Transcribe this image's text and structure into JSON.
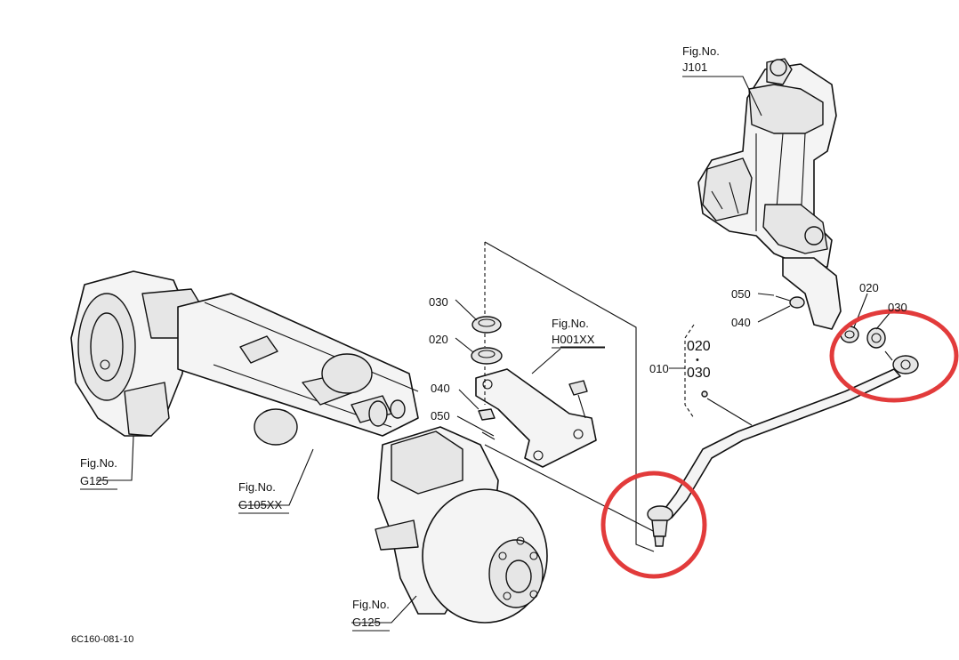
{
  "figure_refs": {
    "j101": {
      "line1": "Fig.No.",
      "line2": "J101"
    },
    "h001": {
      "line1": "Fig.No.",
      "line2": "H001XX"
    },
    "g125_left": {
      "line1": "Fig.No.",
      "line2": "G125"
    },
    "g105": {
      "line1": "Fig.No.",
      "line2": "G105XX"
    },
    "g125_bottom": {
      "line1": "Fig.No.",
      "line2": "G125"
    }
  },
  "part_numbers": {
    "bracket_030": "030",
    "bracket_020": "020",
    "bracket_040": "040",
    "bracket_050": "050",
    "right_050": "050",
    "right_040": "040",
    "right_020": "020",
    "right_030": "030",
    "rod_010": "010",
    "rod_020": "020",
    "rod_030": "030",
    "rod_dot": "•"
  },
  "diagram_code": "6C160-081-10",
  "colors": {
    "highlight": "#e23b3b",
    "line": "#111111",
    "background": "#ffffff"
  }
}
